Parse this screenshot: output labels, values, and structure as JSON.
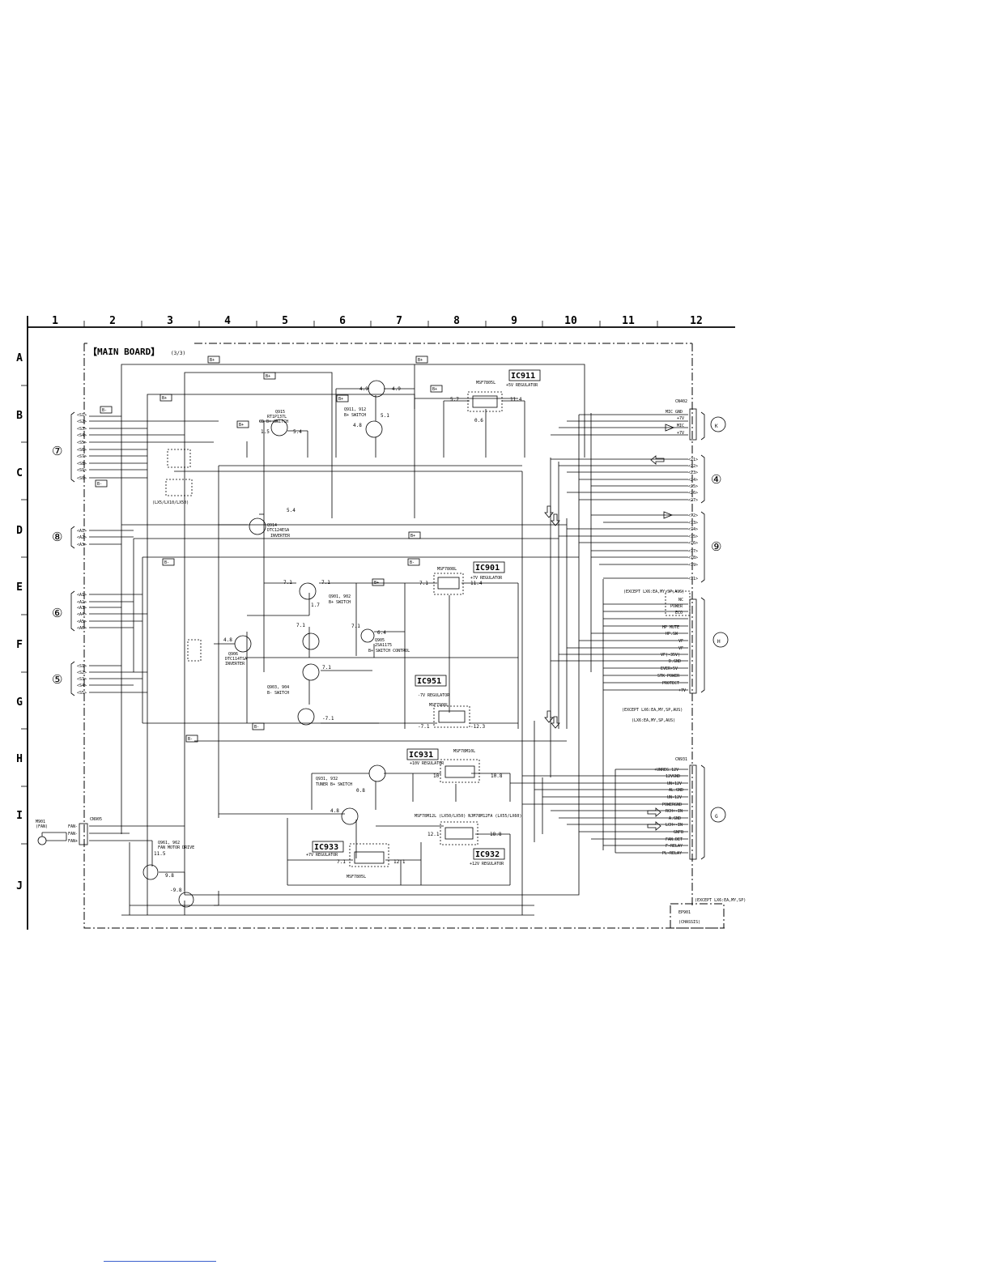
{
  "grid": {
    "columns": [
      "1",
      "2",
      "3",
      "4",
      "5",
      "6",
      "7",
      "8",
      "9",
      "10",
      "11",
      "12"
    ],
    "rows": [
      "A",
      "B",
      "C",
      "D",
      "E",
      "F",
      "G",
      "H",
      "I",
      "J"
    ]
  },
  "board": {
    "title": "【MAIN BOARD】",
    "page": "(3/3)"
  },
  "ics": [
    {
      "ref": "IC911",
      "part": "MSF7805L",
      "function": "+5V REGULATOR"
    },
    {
      "ref": "IC901",
      "part": "MSF7808L",
      "function": "+7V REGULATOR"
    },
    {
      "ref": "IC951",
      "part": "MSF7908L",
      "function": "-7V REGULATOR"
    },
    {
      "ref": "IC931",
      "part": "MSF78M10L",
      "function": "+10V REGULATOR"
    },
    {
      "ref": "IC933",
      "part": "MSF7805L",
      "function": "+7V REGULATOR"
    },
    {
      "ref": "IC932",
      "part": "MSF78M12L (LX50/LX50) NJM78M12FA (LX55/LX60)",
      "function": "+12V REGULATOR"
    }
  ],
  "transistors": [
    {
      "ref": "Q915",
      "part": "RT1P137L",
      "label": "CD B+ SWITCH"
    },
    {
      "ref": "Q911, 912",
      "part": "",
      "label": "B+ SWITCH"
    },
    {
      "ref": "Q914",
      "part": "DTC124ESA",
      "label": "INVERTER"
    },
    {
      "ref": "Q901, 902",
      "part": "",
      "label": "B+ SWITCH"
    },
    {
      "ref": "Q905",
      "part": "2SA1175",
      "label": "B+ SWITCH CONTROL"
    },
    {
      "ref": "Q906",
      "part": "DTC114TSA",
      "label": "INVERTER"
    },
    {
      "ref": "Q903, 904",
      "part": "",
      "label": "B- SWITCH"
    },
    {
      "ref": "Q931, 932",
      "part": "",
      "label": "TUNER B+ SWITCH"
    },
    {
      "ref": "Q961, 962",
      "part": "",
      "label": "FAN MOTOR DRIVE"
    }
  ],
  "voltages": [
    "4.9",
    "4.9",
    "5.1",
    "4.8",
    "5.7",
    "11.4",
    "0.6",
    "1.5",
    "5.4",
    "5.4",
    "7.1",
    "7.1",
    "1.7",
    "6.4",
    "7.1",
    "4.8",
    "7.1",
    "7.1",
    "-7.1",
    "-7.1",
    "-12.3",
    "7.1",
    "11.4",
    "10",
    "10.8",
    "0.8",
    "4.8",
    "12.1",
    "18.8",
    "11.5",
    "9.8",
    "-9.8",
    "7.1",
    "12.1"
  ],
  "connectors_left": [
    {
      "badge": "⑦",
      "pins": [
        "<S1>",
        "<S2>",
        "<S3>",
        "<S4>",
        "<S5>",
        "<S6>",
        "<S7>",
        "<S8>",
        "<S9>",
        "<S0>"
      ]
    },
    {
      "badge": "⑧",
      "pins": [
        "<A1>",
        "<A2>",
        "<A3>"
      ]
    },
    {
      "badge": "⑥",
      "pins": [
        "<A1>",
        "<A2>",
        "<A3>",
        "<A4>",
        "<A5>",
        "<A6>"
      ]
    },
    {
      "badge": "⑤",
      "pins": [
        "<S1>",
        "<S2>",
        "<S3>",
        "<S4>",
        "<S5>"
      ]
    }
  ],
  "connectors_right": [
    {
      "badge": "K",
      "ref": "CN402",
      "labels": [
        "MIC GND",
        "+7V",
        "MIC",
        "+7V"
      ]
    },
    {
      "badge": "④",
      "labels": [
        "<21>",
        "<22>",
        "<23>",
        "<24>",
        "<25>",
        "<26>",
        "<27>"
      ]
    },
    {
      "badge": "⑨",
      "labels": [
        "<71>",
        "<72>",
        "<73>",
        "<74>",
        "<75>",
        "<76>",
        "<77>",
        "<78>",
        "<79>"
      ]
    },
    {
      "badge": "H",
      "header": "(EXCEPT LX6:EA,MY,SP,AUS)",
      "labels": [
        "NC",
        "POWER",
        "ECO",
        "HP MUTE",
        "HP.SW",
        "VF",
        "VF",
        "VF(-35V)",
        "D.GND",
        "EVER+5V",
        "STK POWER",
        "PROTECT",
        "+7V"
      ]
    },
    {
      "badge": "G",
      "ref": "CN931",
      "labels": [
        "+UNREG.12V",
        "12VGND",
        "UN+12V",
        "AL.GND",
        "UN-12V",
        "POWERGND",
        "RCH+-IN",
        "A.GND",
        "LCH+-IN",
        "GNFB",
        "FAN.DET",
        "F-RELAY",
        "PL-RELAY"
      ]
    }
  ],
  "fan": {
    "ref": "M901",
    "label": "(FAN)",
    "connector": "CN905",
    "pins": [
      "FAN-",
      "FAN-",
      "FAN+"
    ]
  },
  "notes": {
    "lx_note": "(LX5/LX10/LX50)",
    "except_note": "(EXCEPT LX6:EA,MY,SP)",
    "chassis": "(CHASSIS)",
    "ep": "EP901",
    "h_footer": "(EXCEPT LX6:EA,MY,SP,AUS)",
    "h_footer2": "(LX6:EA,MY,SP,AUS)"
  },
  "rails": [
    "B+",
    "B-",
    "B+",
    "B+",
    "B+",
    "B+",
    "B+",
    "B+",
    "B-",
    "B-",
    "B-",
    "B+",
    "B+",
    "B-",
    "B-"
  ]
}
